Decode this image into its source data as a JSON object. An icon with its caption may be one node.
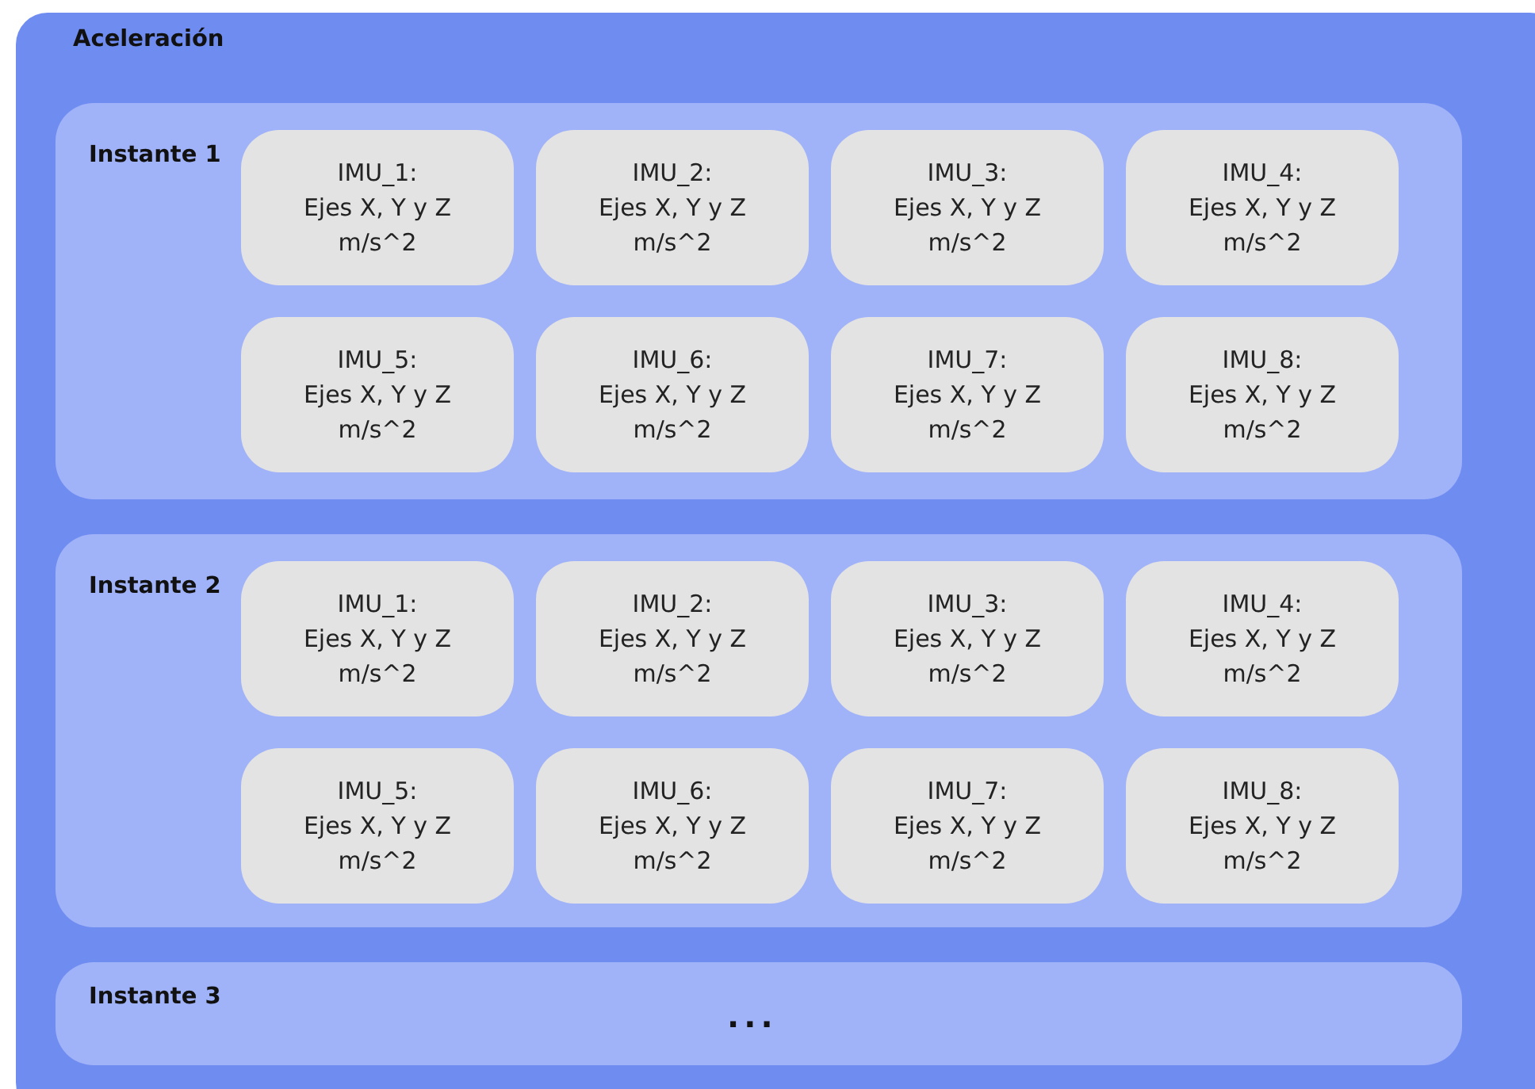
{
  "diagram": {
    "nodes": [
      {
        "text": [
          "Aceleración"
        ]
      },
      {
        "text": [
          "Instante 1"
        ],
        "in": 0
      },
      {
        "text": [
          "IMU_1:",
          "Ejes X, Y y Z",
          "m/s^2"
        ],
        "in": 1
      },
      {
        "text": [
          "IMU_2:",
          "Ejes X, Y y Z",
          "m/s^2"
        ],
        "in": 1
      },
      {
        "text": [
          "IMU_3:",
          "Ejes X, Y y Z",
          "m/s^2"
        ],
        "in": 1
      },
      {
        "text": [
          "IMU_4:",
          "Ejes X, Y y Z",
          "m/s^2"
        ],
        "in": 1
      },
      {
        "text": [
          "IMU_5:",
          "Ejes X, Y y Z",
          "m/s^2"
        ],
        "in": 1
      },
      {
        "text": [
          "IMU_6:",
          "Ejes X, Y y Z",
          "m/s^2"
        ],
        "in": 1
      },
      {
        "text": [
          "IMU_7:",
          "Ejes X, Y y Z",
          "m/s^2"
        ],
        "in": 1
      },
      {
        "text": [
          "IMU_8:",
          "Ejes X, Y y Z",
          "m/s^2"
        ],
        "in": 1
      },
      {
        "text": [
          "Instante 2"
        ],
        "in": 0
      },
      {
        "text": [
          "IMU_1:",
          "Ejes X, Y y Z",
          "m/s^2"
        ],
        "in": 10
      },
      {
        "text": [
          "IMU_2:",
          "Ejes X, Y y Z",
          "m/s^2"
        ],
        "in": 10
      },
      {
        "text": [
          "IMU_3:",
          "Ejes X, Y y Z",
          "m/s^2"
        ],
        "in": 10
      },
      {
        "text": [
          "IMU_4:",
          "Ejes X, Y y Z",
          "m/s^2"
        ],
        "in": 10
      },
      {
        "text": [
          "IMU_5:",
          "Ejes X, Y y Z",
          "m/s^2"
        ],
        "in": 10
      },
      {
        "text": [
          "IMU_6:",
          "Ejes X, Y y Z",
          "m/s^2"
        ],
        "in": 10
      },
      {
        "text": [
          "IMU_7:",
          "Ejes X, Y y Z",
          "m/s^2"
        ],
        "in": 10
      },
      {
        "text": [
          "IMU_8:",
          "Ejes X, Y y Z",
          "m/s^2"
        ],
        "in": 10
      },
      {
        "text": [
          "Instante 3",
          "..."
        ],
        "in": 0
      }
    ]
  }
}
